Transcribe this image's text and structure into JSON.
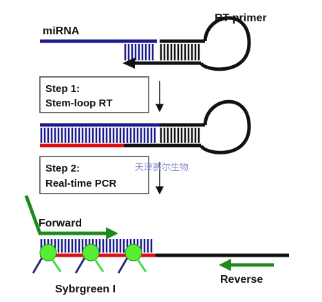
{
  "labels": {
    "mirna": "miRNA",
    "rt_primer": "RT primer",
    "step1_line1": "Step 1:",
    "step1_line2": "Stem-loop RT",
    "step2_line1": "Step 2:",
    "step2_line2": "Real-time PCR",
    "forward": "Forward",
    "reverse": "Reverse",
    "sybrgreen": "Sybrgreen I",
    "watermark": "天津赛尔生物"
  },
  "colors": {
    "mirna_strand": "#1a1a8c",
    "rt_primer_strand": "#111111",
    "extended_strand": "#dd1111",
    "forward_arrow": "#1e8a1e",
    "reverse_arrow": "#1e8a1e",
    "sybr_dye": "#55ee33",
    "sybr_arrow_in": "#2a2a7a",
    "sybr_arrow_out": "#44dd44"
  }
}
